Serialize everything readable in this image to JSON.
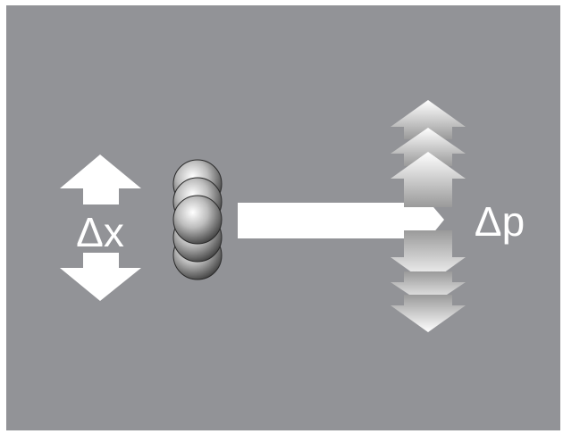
{
  "labels": {
    "position_uncertainty": "Δx",
    "momentum_uncertainty": "Δp"
  },
  "colors": {
    "background": "#929397",
    "foreground": "#ffffff",
    "sphere_light": "#f2f2f2",
    "sphere_dark": "#4a4a4a"
  },
  "elements": {
    "stacked_spheres": 5,
    "momentum_chevrons_up": 3,
    "momentum_chevrons_down": 3
  }
}
